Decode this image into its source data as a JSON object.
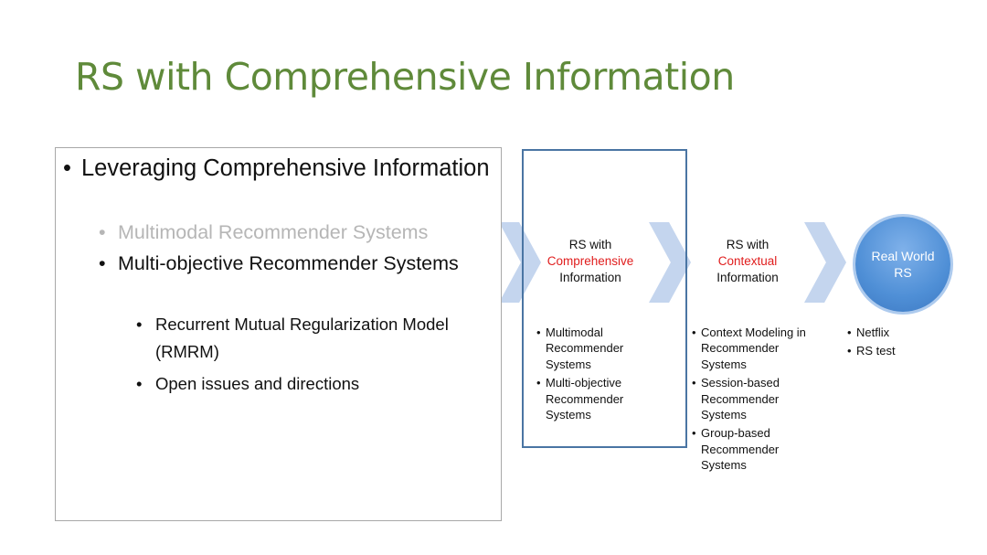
{
  "slide": {
    "title": "RS with Comprehensive Information"
  },
  "panel": {
    "items": [
      {
        "text": "Leveraging Comprehensive Information",
        "level": 1,
        "state": "active"
      },
      {
        "text": "Multimodal Recommender Systems",
        "level": 2,
        "state": "dimmed"
      },
      {
        "text": "Multi-objective Recommender Systems",
        "level": 2,
        "state": "active"
      },
      {
        "text": "Recurrent Mutual Regularization Model (RMRM)",
        "level": 3,
        "state": "active"
      },
      {
        "text": "Open issues and directions",
        "level": 3,
        "state": "active"
      }
    ]
  },
  "flow": {
    "stage1": {
      "head_top": "RS with",
      "head_highlight": "Comprehensive",
      "head_bottom": "Information",
      "bullets": [
        "Multimodal Recommender Systems",
        "Multi-objective Recommender Systems"
      ]
    },
    "stage2": {
      "head_top": "RS with",
      "head_highlight": "Contextual",
      "head_bottom": "Information",
      "bullets": [
        "Context Modeling in Recommender Systems",
        "Session-based Recommender Systems",
        "Group-based Recommender Systems"
      ]
    },
    "stage3": {
      "circle_line1": "Real World",
      "circle_line2": "RS",
      "bullets": [
        "Netflix",
        "RS test"
      ]
    }
  },
  "colors": {
    "title": "#5f8a3a",
    "highlight": "#e01d1d",
    "chevron": "#c4d5ee",
    "frame": "#4a75a3",
    "circle": "#4f8fd6",
    "dimmed_text": "#b6b6b6"
  }
}
